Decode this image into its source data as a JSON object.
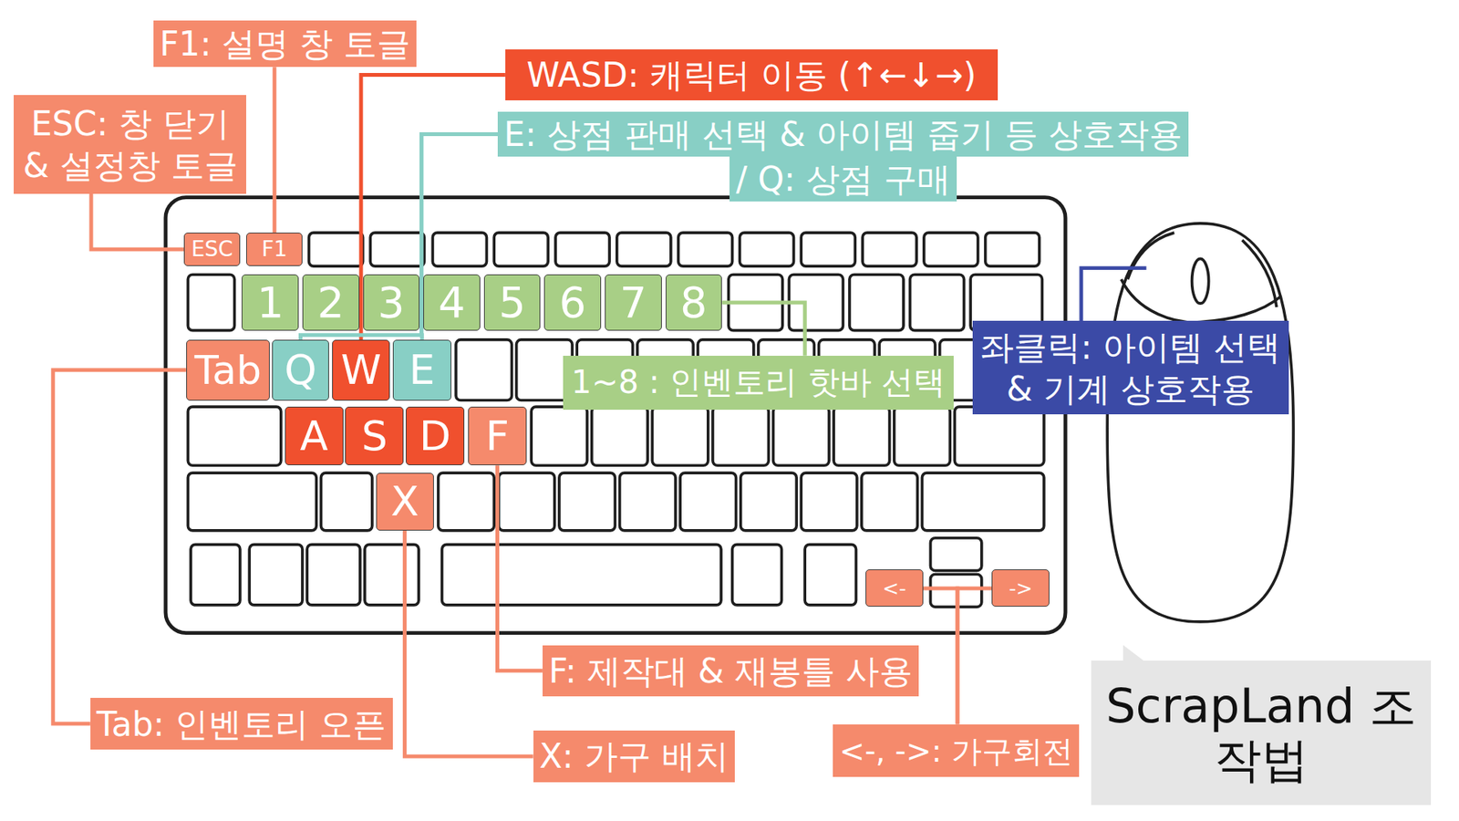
{
  "diagram": {
    "title": "ScrapLand 조작법",
    "nodes": [
      {
        "text": [
          "F1: 설명 창 토글"
        ]
      },
      {
        "text": [
          "WASD: 캐릭터 이동 (↑←↓→)"
        ]
      },
      {
        "text": [
          "ESC: 창 닫기 & 설정창 토글"
        ]
      },
      {
        "text": [
          "E: 상점 판매 선택 & 아이템 줍기 등 상호작용",
          "/ Q: 상점 구매"
        ]
      },
      {
        "text": [
          "ESC"
        ]
      },
      {
        "text": [
          "F1"
        ]
      },
      {
        "text": [
          "1"
        ]
      },
      {
        "text": [
          "2"
        ]
      },
      {
        "text": [
          "3"
        ]
      },
      {
        "text": [
          "4"
        ]
      },
      {
        "text": [
          "5"
        ]
      },
      {
        "text": [
          "6"
        ]
      },
      {
        "text": [
          "7"
        ]
      },
      {
        "text": [
          "8"
        ]
      },
      {
        "text": [
          "좌클릭: 아이템 선택 & 기계 상호작용"
        ]
      },
      {
        "text": [
          "Tab"
        ]
      },
      {
        "text": [
          "Q"
        ]
      },
      {
        "text": [
          "W"
        ]
      },
      {
        "text": [
          "E"
        ]
      },
      {
        "text": [
          "1~8 : 인벤토리 핫바 선택"
        ]
      },
      {
        "text": [
          "A"
        ]
      },
      {
        "text": [
          "S"
        ]
      },
      {
        "text": [
          "D"
        ]
      },
      {
        "text": [
          "F"
        ]
      },
      {
        "text": [
          "X"
        ]
      },
      {
        "text": [
          "<-"
        ]
      },
      {
        "text": [
          "->"
        ]
      },
      {
        "text": [
          "F: 제작대 & 재봉틀 사용"
        ]
      },
      {
        "text": [
          "Tab: 인벤토리 오픈"
        ]
      },
      {
        "text": [
          "X: 가구 배치"
        ]
      },
      {
        "text": [
          "<-, ->: 가구회전"
        ]
      }
    ],
    "edges": [
      {
        "from": 4,
        "to": 2,
        "arrow": "none"
      },
      {
        "from": 5,
        "to": 0,
        "arrow": "none"
      },
      {
        "from": 17,
        "to": 1,
        "arrow": "none"
      },
      {
        "from": 18,
        "to": 3,
        "arrow": "none"
      },
      {
        "from": 16,
        "to": 3,
        "arrow": "none"
      },
      {
        "from": 13,
        "to": 19,
        "arrow": "none"
      },
      {
        "from": 15,
        "to": 28,
        "arrow": "none"
      },
      {
        "from": 24,
        "to": 29,
        "arrow": "none"
      },
      {
        "from": 23,
        "to": 27,
        "arrow": "none"
      },
      {
        "from": 25,
        "to": 30,
        "arrow": "none"
      },
      {
        "from": 26,
        "to": 30,
        "arrow": "none"
      }
    ]
  }
}
